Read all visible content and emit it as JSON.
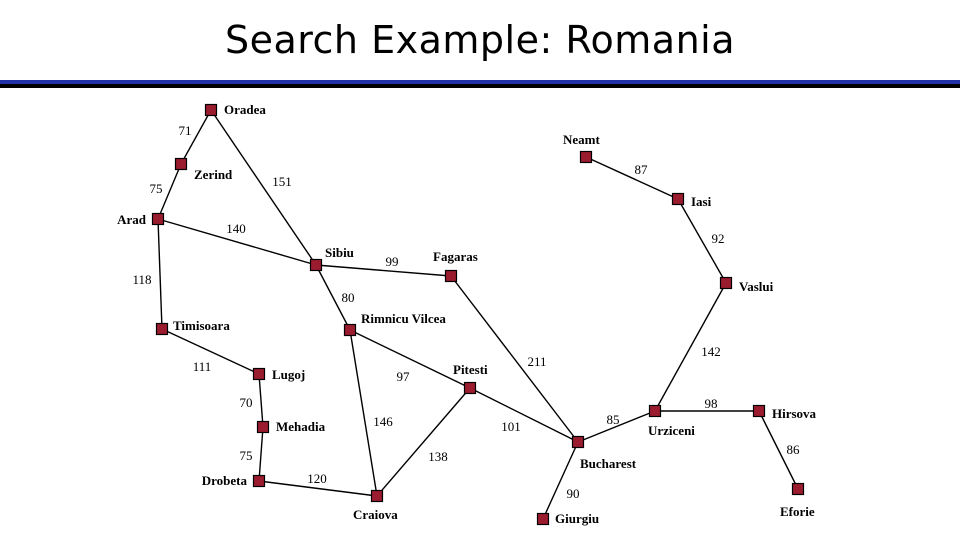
{
  "slide": {
    "title": "Search Example: Romania",
    "rule_colors": {
      "top": "#2233aa",
      "bottom": "#000000"
    }
  },
  "graph": {
    "node_color": "#9b1c2e",
    "cities": [
      {
        "id": "oradea",
        "name": "Oradea"
      },
      {
        "id": "zerind",
        "name": "Zerind"
      },
      {
        "id": "arad",
        "name": "Arad"
      },
      {
        "id": "timisoara",
        "name": "Timisoara"
      },
      {
        "id": "lugoj",
        "name": "Lugoj"
      },
      {
        "id": "mehadia",
        "name": "Mehadia"
      },
      {
        "id": "drobeta",
        "name": "Drobeta"
      },
      {
        "id": "sibiu",
        "name": "Sibiu"
      },
      {
        "id": "fagaras",
        "name": "Fagaras"
      },
      {
        "id": "rimnicu",
        "name": "Rimnicu Vilcea"
      },
      {
        "id": "pitesti",
        "name": "Pitesti"
      },
      {
        "id": "craiova",
        "name": "Craiova"
      },
      {
        "id": "bucharest",
        "name": "Bucharest"
      },
      {
        "id": "giurgiu",
        "name": "Giurgiu"
      },
      {
        "id": "urziceni",
        "name": "Urziceni"
      },
      {
        "id": "hirsova",
        "name": "Hirsova"
      },
      {
        "id": "eforie",
        "name": "Eforie"
      },
      {
        "id": "vaslui",
        "name": "Vaslui"
      },
      {
        "id": "iasi",
        "name": "Iasi"
      },
      {
        "id": "neamt",
        "name": "Neamt"
      }
    ],
    "roads": [
      {
        "from": "oradea",
        "to": "zerind",
        "distance": "71"
      },
      {
        "from": "zerind",
        "to": "arad",
        "distance": "75"
      },
      {
        "from": "oradea",
        "to": "sibiu",
        "distance": "151"
      },
      {
        "from": "arad",
        "to": "sibiu",
        "distance": "140"
      },
      {
        "from": "arad",
        "to": "timisoara",
        "distance": "118"
      },
      {
        "from": "timisoara",
        "to": "lugoj",
        "distance": "111"
      },
      {
        "from": "lugoj",
        "to": "mehadia",
        "distance": "70"
      },
      {
        "from": "mehadia",
        "to": "drobeta",
        "distance": "75"
      },
      {
        "from": "drobeta",
        "to": "craiova",
        "distance": "120"
      },
      {
        "from": "sibiu",
        "to": "fagaras",
        "distance": "99"
      },
      {
        "from": "sibiu",
        "to": "rimnicu",
        "distance": "80"
      },
      {
        "from": "rimnicu",
        "to": "pitesti",
        "distance": "97"
      },
      {
        "from": "rimnicu",
        "to": "craiova",
        "distance": "146"
      },
      {
        "from": "craiova",
        "to": "pitesti",
        "distance": "138"
      },
      {
        "from": "fagaras",
        "to": "bucharest",
        "distance": "211"
      },
      {
        "from": "pitesti",
        "to": "bucharest",
        "distance": "101"
      },
      {
        "from": "bucharest",
        "to": "giurgiu",
        "distance": "90"
      },
      {
        "from": "bucharest",
        "to": "urziceni",
        "distance": "85"
      },
      {
        "from": "urziceni",
        "to": "hirsova",
        "distance": "98"
      },
      {
        "from": "hirsova",
        "to": "eforie",
        "distance": "86"
      },
      {
        "from": "urziceni",
        "to": "vaslui",
        "distance": "142"
      },
      {
        "from": "vaslui",
        "to": "iasi",
        "distance": "92"
      },
      {
        "from": "iasi",
        "to": "neamt",
        "distance": "87"
      }
    ]
  }
}
